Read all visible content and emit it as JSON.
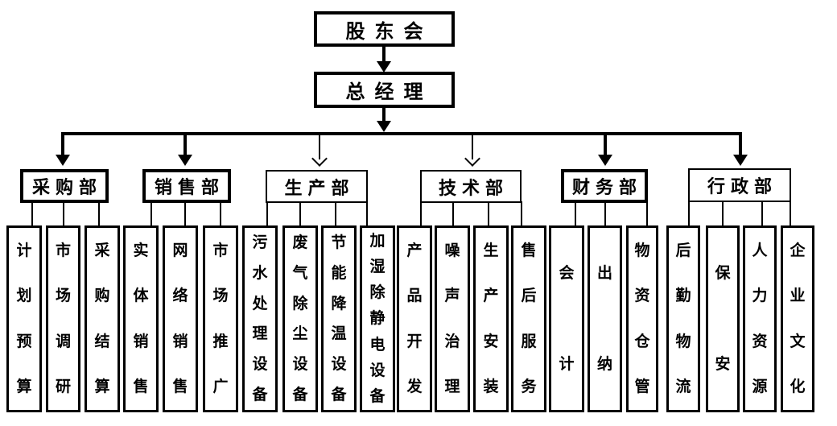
{
  "chart": {
    "type": "org-chart",
    "root": {
      "label": "股东会"
    },
    "general_manager": {
      "label": "总经理"
    },
    "departments": [
      {
        "label": "采购部",
        "units": [
          "计划预算",
          "市场调研",
          "采购结算"
        ]
      },
      {
        "label": "销售部",
        "units": [
          "实体销售",
          "网络销售",
          "市场推广"
        ]
      },
      {
        "label": "生产部",
        "units": [
          "污水处理设备",
          "废气除尘设备",
          "节能降温设备",
          "加湿除静电设备"
        ]
      },
      {
        "label": "技术部",
        "units": [
          "产品开发",
          "噪声治理",
          "生产安装",
          "售后服务"
        ]
      },
      {
        "label": "财务部",
        "units": [
          "会计",
          "出纳",
          "物资仓管"
        ]
      },
      {
        "label": "行政部",
        "units": [
          "后勤物流",
          "保安",
          "人力资源",
          "企业文化"
        ]
      }
    ],
    "colors": {
      "line": "#000000",
      "background": "#ffffff",
      "text": "#000000",
      "box_fill": "#ffffff"
    }
  }
}
